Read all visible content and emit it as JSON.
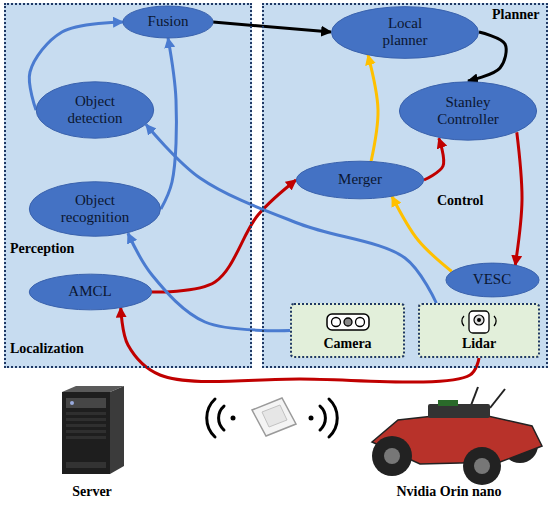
{
  "diagram": {
    "nodes": [
      {
        "text": [
          "Perception",
          "Localization"
        ]
      },
      {
        "text": [
          "Fusion"
        ],
        "in": 0
      },
      {
        "text": [
          "Object detection"
        ],
        "in": 0
      },
      {
        "text": [
          "Object recognition"
        ],
        "in": 0
      },
      {
        "text": [
          "AMCL"
        ],
        "in": 0
      },
      {
        "text": [
          "Planner",
          "Control"
        ]
      },
      {
        "text": [
          "Local planner"
        ],
        "in": 5
      },
      {
        "text": [
          "Stanley Controller"
        ],
        "in": 5
      },
      {
        "text": [
          "Merger"
        ],
        "in": 5
      },
      {
        "text": [
          "VESC"
        ],
        "in": 5
      },
      {
        "text": [
          "Camera"
        ],
        "in": 5
      },
      {
        "text": [
          "Lidar"
        ],
        "in": 5
      }
    ],
    "edges": [
      {
        "from": 2,
        "to": 1,
        "arrow": "to"
      },
      {
        "from": 3,
        "to": 1,
        "arrow": "to"
      },
      {
        "from": 1,
        "to": 6,
        "arrow": "to"
      },
      {
        "from": 6,
        "to": 7,
        "arrow": "to"
      },
      {
        "from": 7,
        "to": 9,
        "arrow": "to"
      },
      {
        "from": 9,
        "to": 8,
        "arrow": "to"
      },
      {
        "from": 8,
        "to": 6,
        "arrow": "to"
      },
      {
        "from": 8,
        "to": 7,
        "arrow": "to"
      },
      {
        "from": 4,
        "to": 8,
        "arrow": "to"
      },
      {
        "from": 10,
        "to": 3,
        "arrow": "to"
      },
      {
        "from": 11,
        "to": 2,
        "arrow": "to"
      },
      {
        "from": 11,
        "to": 4,
        "arrow": "to"
      }
    ],
    "labels": [
      "Server",
      "Nvidia Orin nano"
    ]
  }
}
